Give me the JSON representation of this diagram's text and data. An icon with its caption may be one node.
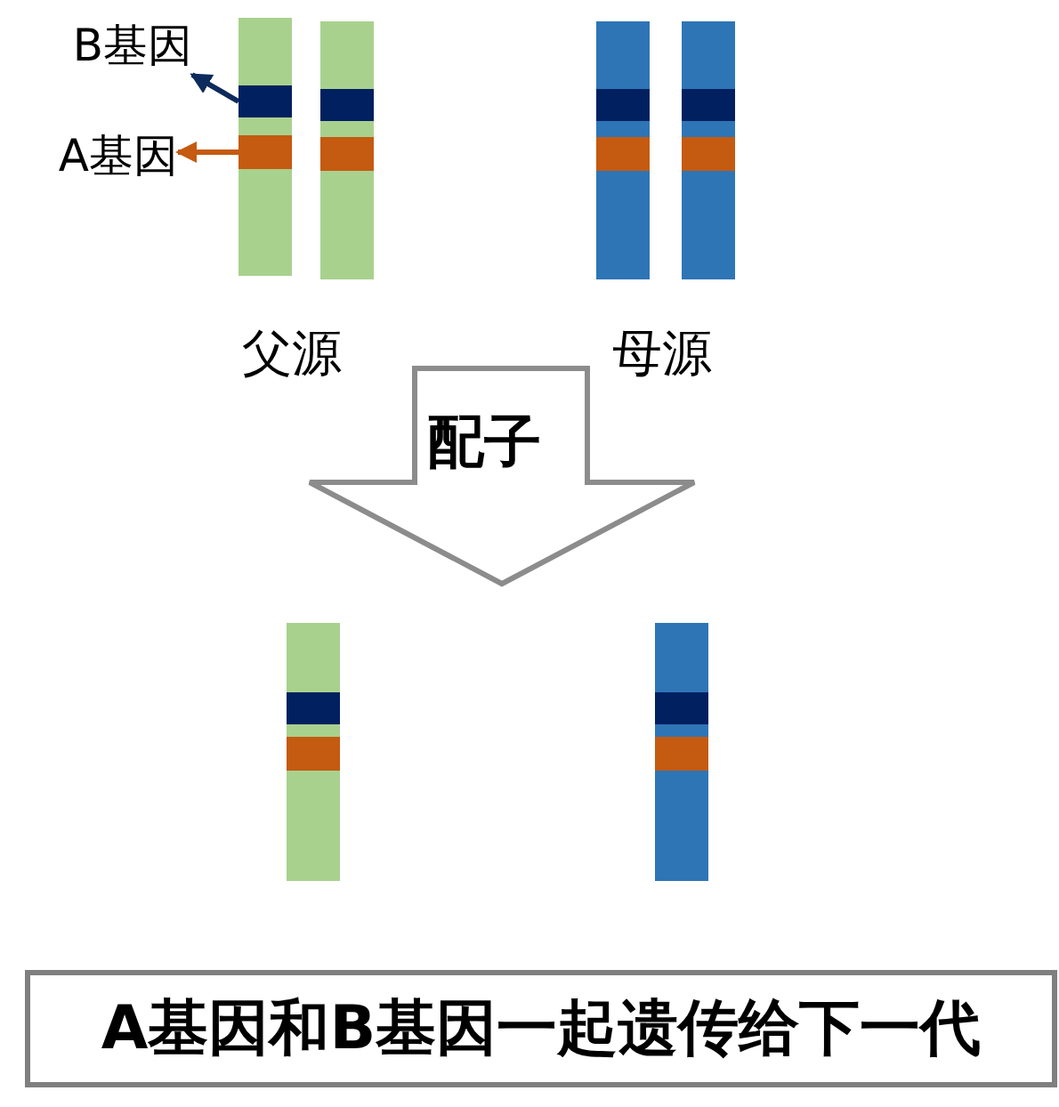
{
  "diagram": {
    "nodes": [
      {
        "text": [
          "B基因"
        ]
      },
      {
        "text": [
          "A基因"
        ]
      },
      {
        "text": [],
        "shape": "bar"
      },
      {
        "text": [],
        "shape": "bar",
        "in": 2
      },
      {
        "text": [],
        "shape": "bar",
        "in": 2
      },
      {
        "text": [],
        "shape": "bar"
      },
      {
        "text": [],
        "shape": "bar",
        "in": 5
      },
      {
        "text": [],
        "shape": "bar",
        "in": 5
      },
      {
        "text": [],
        "shape": "bar"
      },
      {
        "text": [],
        "shape": "bar",
        "in": 8
      },
      {
        "text": [],
        "shape": "bar",
        "in": 8
      },
      {
        "text": [],
        "shape": "bar"
      },
      {
        "text": [],
        "shape": "bar",
        "in": 11
      },
      {
        "text": [],
        "shape": "bar",
        "in": 11
      },
      {
        "text": [
          "配子"
        ]
      },
      {
        "text": [],
        "shape": "bar"
      },
      {
        "text": [],
        "shape": "bar",
        "in": 15
      },
      {
        "text": [],
        "shape": "bar",
        "in": 15
      },
      {
        "text": [],
        "shape": "bar"
      },
      {
        "text": [],
        "shape": "bar",
        "in": 18
      },
      {
        "text": [],
        "shape": "bar",
        "in": 18
      },
      {
        "text": [
          "A基因和B基因一起遗传给下一代"
        ]
      }
    ],
    "edges": [
      {
        "from": 3,
        "to": 0,
        "arrow": "to",
        "color": "#0d2a5c"
      },
      {
        "from": 4,
        "to": 1,
        "arrow": "to",
        "color": "#c55a11"
      }
    ],
    "labels": [
      "父源",
      "母源"
    ]
  }
}
